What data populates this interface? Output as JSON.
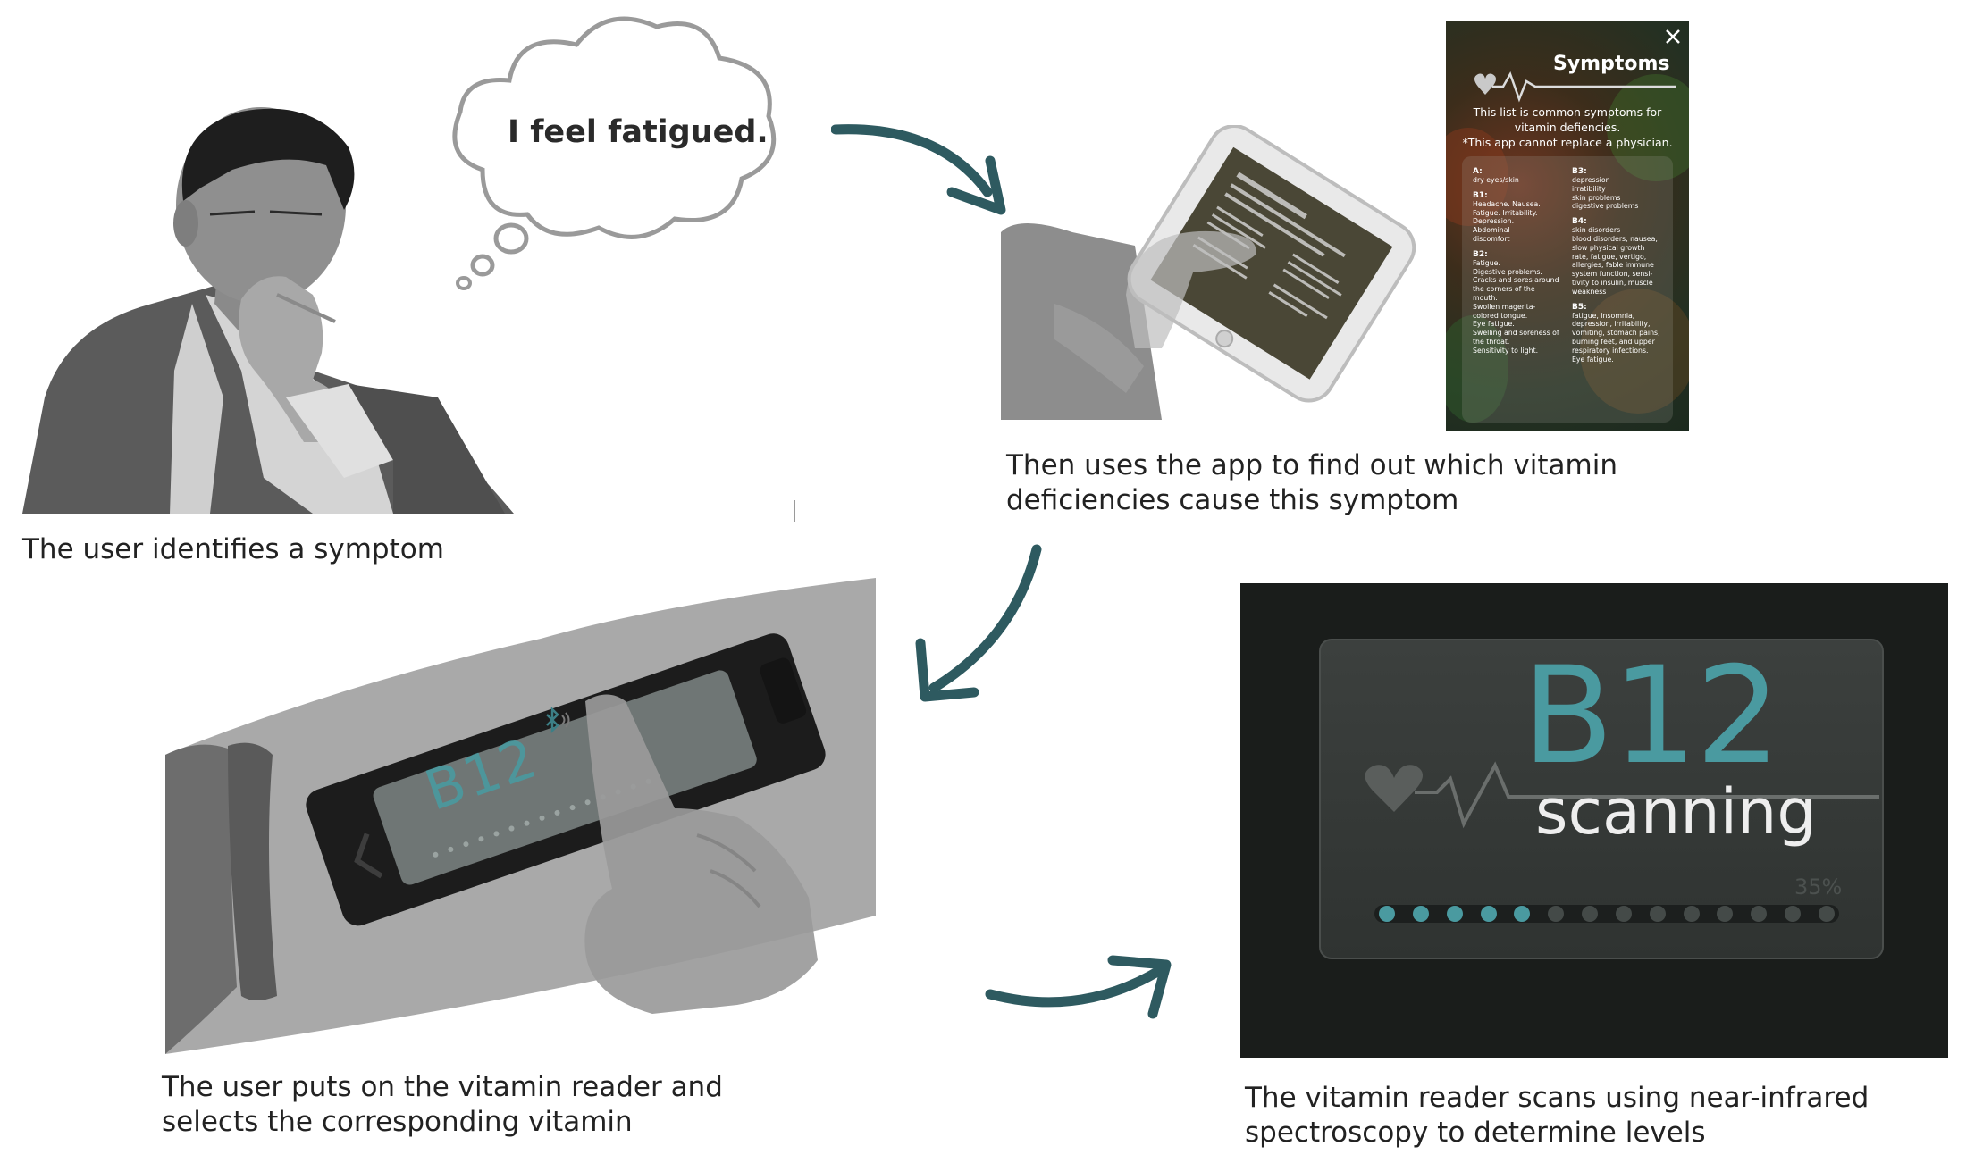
{
  "step1": {
    "thought": "I feel fatigued.",
    "caption": "The user identifies a symptom"
  },
  "step2": {
    "caption": "Then uses the app to find out which vitamin\ndeficiencies cause this symptom",
    "app": {
      "title": "Symptoms",
      "close_icon": "close-icon",
      "intro": "This list is common symptoms for\nvitamin defiencies.\n*This app cannot replace a physician.",
      "left_column": [
        {
          "name": "A:",
          "text": "dry eyes/skin"
        },
        {
          "name": "B1:",
          "text": "Headache. Nausea.\nFatigue. Irritability.\nDepression.\nAbdominal\ndiscomfort"
        },
        {
          "name": "B2:",
          "text": "Fatigue.\nDigestive problems.\nCracks and sores around\nthe corners of the\nmouth.\nSwollen magenta-\ncolored tongue.\nEye fatigue.\nSwelling and soreness of\nthe throat.\nSensitivity to light."
        }
      ],
      "right_column": [
        {
          "name": "B3:",
          "text": "depression\nirratibility\nskin problems\ndigestive problems"
        },
        {
          "name": "B4:",
          "text": "skin disorders\nblood disorders, nausea,\nslow physical growth\nrate, fatigue, vertigo,\nallergies, fable immune\nsystem function, sensi-\ntivity to insulin, muscle\nweakness"
        },
        {
          "name": "B5:",
          "text": "fatigue, insomnia,\ndepression, irritability,\nvomiting, stomach pains,\nburning feet, and upper\nrespiratory infections.\nEye fatigue."
        }
      ]
    }
  },
  "step3": {
    "caption": "The user puts on the vitamin reader and\n selects the corresponding vitamin",
    "device_label": "B12",
    "bluetooth_icon": "bluetooth-icon"
  },
  "step4": {
    "caption": "The vitamin reader scans using near-infrared\nspectroscopy to determine levels",
    "vitamin": "B12",
    "status": "scanning",
    "progress_text": "35%",
    "progress": 0.35,
    "dots_total": 14,
    "dots_filled": 5
  },
  "colors": {
    "arrow": "#2e5a60",
    "teal": "#4a9aa0",
    "silhouette": "#6d6d6d",
    "light_gray": "#a9a9a9",
    "dark_screen": "#1a1d1b"
  }
}
